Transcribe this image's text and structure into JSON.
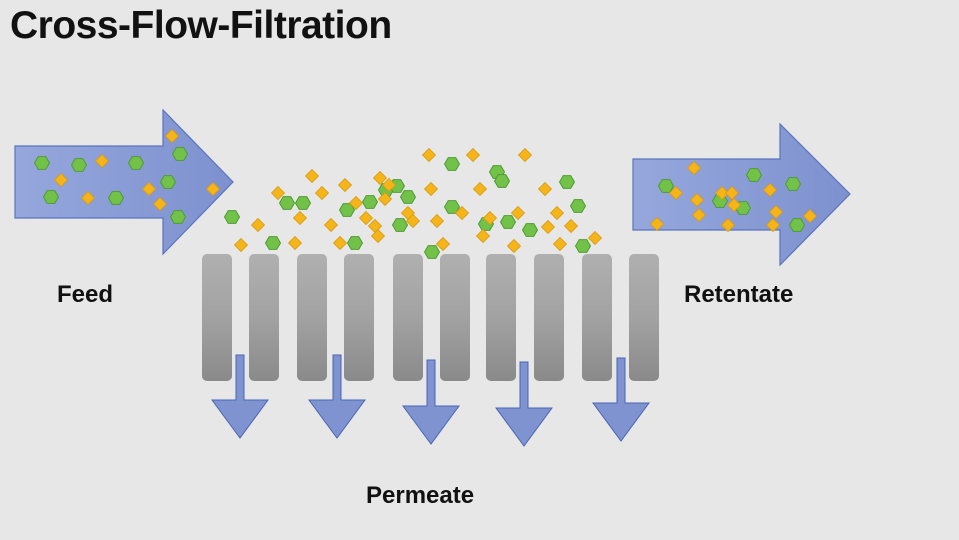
{
  "title": "Cross-Flow-Filtration",
  "labels": {
    "feed": "Feed",
    "retentate": "Retentate",
    "permeate": "Permeate"
  },
  "colors": {
    "background": "#e7e7e7",
    "arrow_fill": "#8497d0",
    "arrow_stroke": "#4a66b4",
    "membrane": "#999999",
    "large_particle": "#72c24a",
    "small_particle": "#f5b41a"
  }
}
